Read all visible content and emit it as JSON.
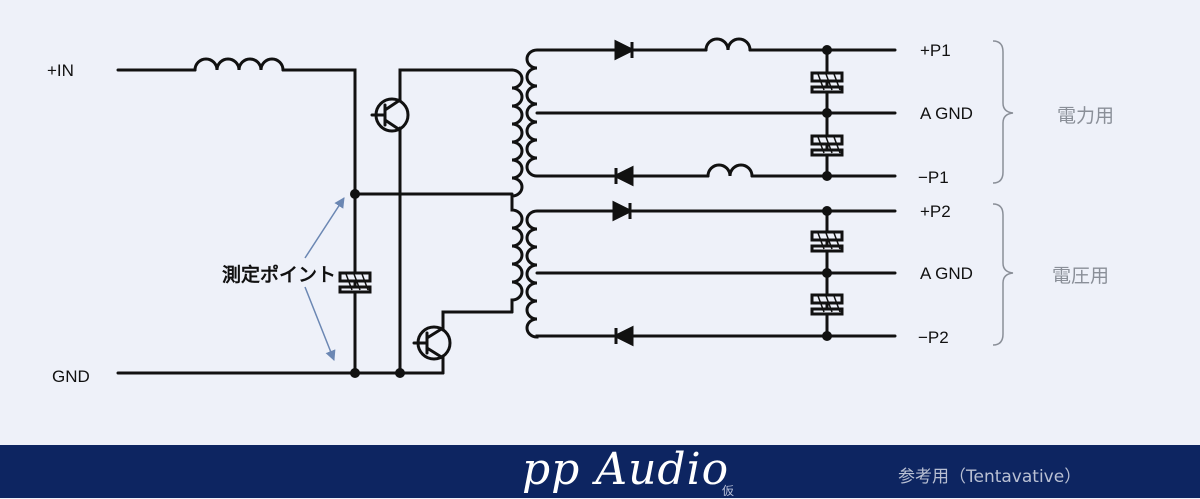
{
  "labels": {
    "input_plus": "+IN",
    "input_gnd": "GND",
    "measure_point": "測定ポイント",
    "p1_plus": "+P1",
    "agnd_1": "A GND",
    "p1_minus": "−P1",
    "p2_plus": "+P2",
    "agnd_2": "A GND",
    "p2_minus": "−P2"
  },
  "groups": {
    "power": "電力用",
    "voltage": "電圧用"
  },
  "footer": {
    "logo": "pp Audio",
    "logo_sub": "仮",
    "note": "参考用（Tentavative）"
  },
  "colors": {
    "wire": "#111111",
    "arrow": "#6b87b3",
    "bracket": "#8a8f98",
    "footer_bg": "#0d2561"
  }
}
